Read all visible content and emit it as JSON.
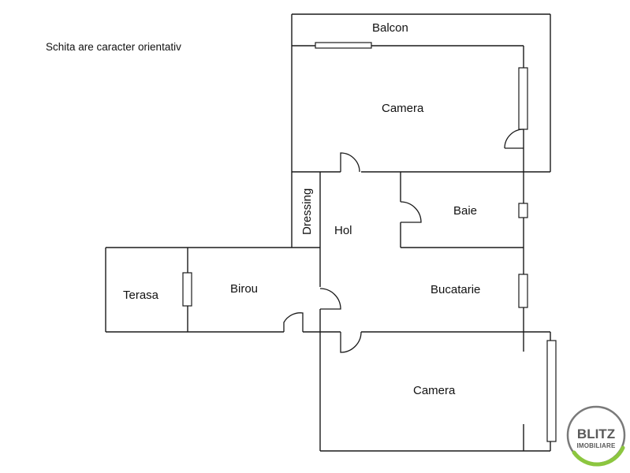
{
  "note": "Schita are caracter orientativ",
  "rooms": {
    "balcon": "Balcon",
    "camera_top": "Camera",
    "dressing": "Dressing",
    "hol": "Hol",
    "baie": "Baie",
    "terasa": "Terasa",
    "birou": "Birou",
    "bucatarie": "Bucatarie",
    "camera_bottom": "Camera"
  },
  "logo": {
    "main": "BLITZ",
    "sub": "IMOBILIARE",
    "ring_color": "#7a7a7a",
    "accent_color": "#8cc63f"
  }
}
